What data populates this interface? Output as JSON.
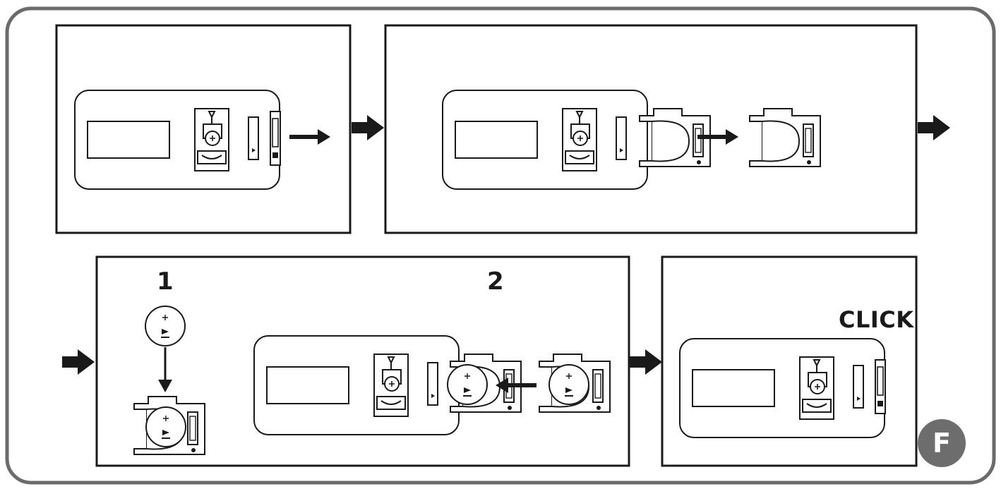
{
  "labels": {
    "step1": "1",
    "step2": "2",
    "click": "CLICK",
    "badge": "F"
  },
  "battery_marks": {
    "plus": "+",
    "minus": "−"
  },
  "colors": {
    "ink": "#1a1a1a",
    "frame": "#6b6b6b",
    "badge": "#6d6d6d"
  }
}
